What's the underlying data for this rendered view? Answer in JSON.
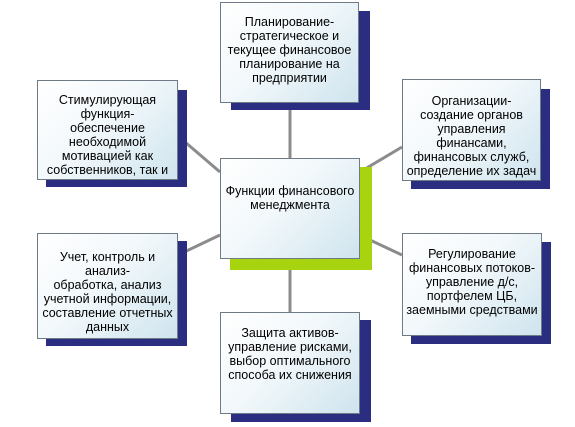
{
  "diagram": {
    "center": {
      "text": "Функции финансового\nменеджмента"
    },
    "nodes": {
      "planning": {
        "text": "Планирование-\nстратегическое и\nтекущее финансовое\nпланирование на\nпредприятии"
      },
      "organization": {
        "text": "Организации-\nсоздание органов\nуправления\nфинансами,\nфинансовых служб,\nопределение их задач"
      },
      "regulation": {
        "text": "Регулирование\nфинансовых потоков-\nуправление д/с,\nпортфелем ЦБ,\nзаемными средствами"
      },
      "protection": {
        "text": "Защита активов-\nуправление рисками,\nвыбор оптимального\nспособа их снижения"
      },
      "accounting": {
        "text": "Учет, контроль и\nанализ-\nобработка, анализ\nучетной информации,\nсоставление отчетных\nданных"
      },
      "stimulating": {
        "text": "Стимулирующая\nфункция-\nобеспечение\nнеобходимой\nмотивацией как\nсобственников, так и"
      }
    },
    "colors": {
      "connector": "#8c8c8c",
      "shadow": "#2b2e80",
      "center_shadow": "#a8d40f",
      "border": "#6e7a86"
    }
  }
}
